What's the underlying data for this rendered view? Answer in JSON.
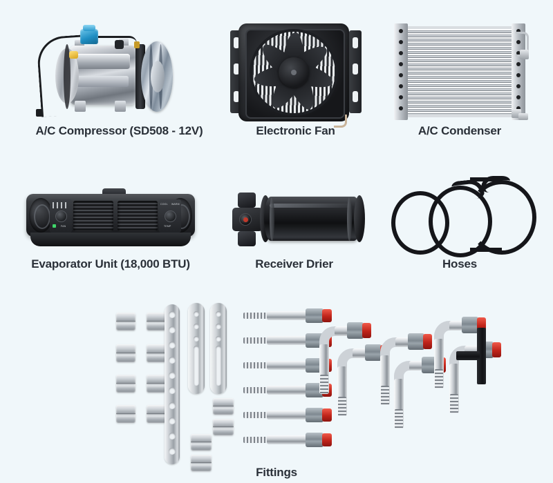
{
  "page": {
    "background_color": "#f0f7fa",
    "label_color": "#2a3038",
    "kind": "product-kit-contents-sheet"
  },
  "products": [
    {
      "id": "compressor",
      "label": "A/C Compressor (SD508 - 12V)",
      "icon": "ac-compressor-icon",
      "colors": {
        "body": "#b9bfc6",
        "port": "#1f8fc4",
        "cap": "#d8a41c",
        "wire": "#1b1d20"
      }
    },
    {
      "id": "fan",
      "label": "Electronic Fan",
      "icon": "electronic-fan-icon",
      "colors": {
        "shroud": "#2b2d31",
        "blade": "#16171a",
        "grille": "#f4f7f9"
      }
    },
    {
      "id": "condenser",
      "label": "A/C Condenser",
      "icon": "ac-condenser-icon",
      "colors": {
        "core": "#c9ced3",
        "rail": "#b9bec4"
      }
    },
    {
      "id": "evaporator",
      "label": "Evaporator Unit (18,000 BTU)",
      "icon": "evaporator-unit-icon",
      "colors": {
        "body": "#2a2c30",
        "led": "#3fd66a"
      },
      "controls": {
        "fan_knob_label": "FAN",
        "temp_knob_label": "TEMP",
        "temp_min_label": "COOL",
        "temp_max_label": "WARM"
      }
    },
    {
      "id": "drier",
      "label": "Receiver Drier",
      "icon": "receiver-drier-icon",
      "colors": {
        "tank": "#0f1012",
        "sight_glass": "#c0392b"
      }
    },
    {
      "id": "hoses",
      "label": "Hoses",
      "icon": "hoses-icon",
      "colors": {
        "hose": "#15161a"
      },
      "coil_count": 3
    },
    {
      "id": "fittings",
      "label": "Fittings",
      "icon": "fittings-icon",
      "colors": {
        "metal": "#c9ced3",
        "cap": "#c0241a",
        "t_bracket": "#121316"
      },
      "counts": {
        "ferrules_grid": 8,
        "ferrules_extra": 4,
        "long_bracket": 1,
        "long_bracket_holes": 11,
        "slotted_brackets": 2,
        "slotted_bracket_holes": 3,
        "straight_fittings": 6,
        "elbow_fittings": 6,
        "t_brackets": 1
      }
    }
  ]
}
